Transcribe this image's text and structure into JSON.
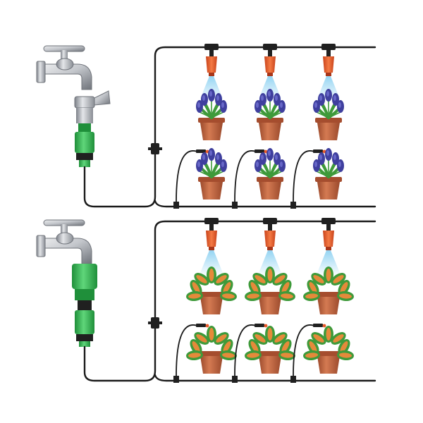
{
  "scene": {
    "description_visible_text": "",
    "colors": {
      "background": "#ffffff",
      "pipe": "#1a1a1a",
      "faucet_metal": "#b9bcc2",
      "faucet_dark": "#7d8189",
      "connector_green": "#3cc35a",
      "connector_green_dark": "#1f8f3a",
      "nozzle_orange": "#e8592a",
      "nozzle_black": "#202020",
      "mist_blue": "#8fd2f2",
      "pot_terracotta": "#c0603c",
      "pot_rim": "#a54d2e",
      "leaf_green": "#3e9a3a",
      "flower_blue": "#3f3f9e",
      "flower_orange": "#e58a3a"
    },
    "systems": [
      {
        "name": "system-1",
        "flower_type": "blue-hyacinth",
        "faucet_fitting": "metal-adapter"
      },
      {
        "name": "system-2",
        "flower_type": "orange-croton",
        "faucet_fitting": "green-adapter"
      }
    ]
  }
}
